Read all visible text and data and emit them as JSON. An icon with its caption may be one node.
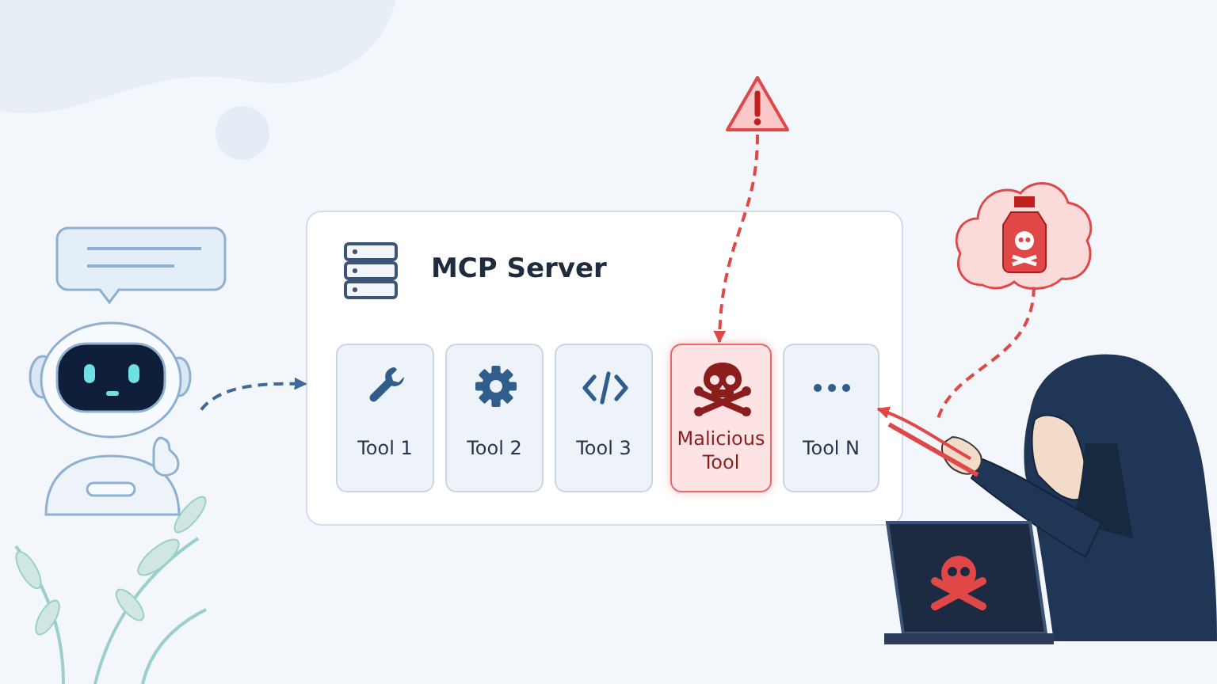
{
  "diagram": {
    "nodes": [
      {
        "text": [],
        "shape": "picture"
      },
      {
        "text": [
          "MCP Server"
        ]
      },
      {
        "text": [
          "Tool 1"
        ],
        "in": 1
      },
      {
        "text": [
          "Tool 2"
        ],
        "in": 1
      },
      {
        "text": [
          "Tool 3"
        ],
        "in": 1
      },
      {
        "text": [
          "Malicious Tool"
        ],
        "in": 1
      },
      {
        "text": [
          "Tool N"
        ],
        "in": 1
      },
      {
        "text": [],
        "shape": "triangle"
      },
      {
        "text": [],
        "shape": "cloud"
      },
      {
        "text": [],
        "shape": "picture"
      }
    ],
    "edges": [
      {
        "from": 0,
        "to": 1,
        "arrow": "to",
        "style": "dashed",
        "color": "#3d6a99"
      },
      {
        "from": 7,
        "to": 5,
        "arrow": "to",
        "style": "dashed"
      },
      {
        "from": 8,
        "to": 9,
        "arrow": "none",
        "style": "dashed"
      },
      {
        "from": 9,
        "to": 6,
        "arrow": "to"
      }
    ]
  }
}
